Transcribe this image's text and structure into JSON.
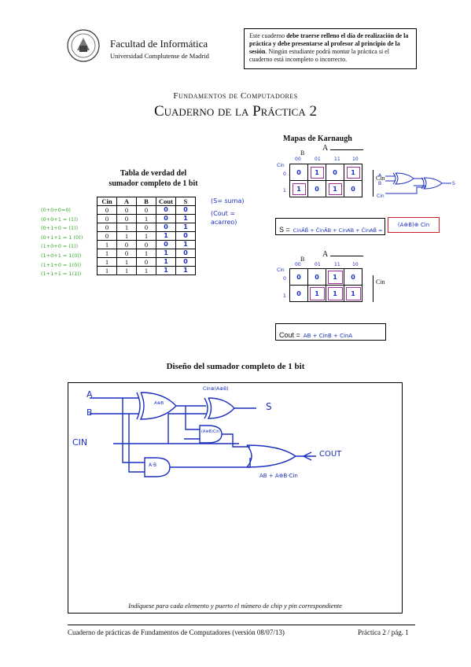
{
  "header": {
    "faculty": "Facultad de Informática",
    "university": "Universidad Complutense de Madrid",
    "notice_pre": "Este cuaderno ",
    "notice_bold1": "debe traerse relleno el día de realización de la práctica y debe presentarse al profesor al principio de la sesión",
    "notice_post": ". Ningún estudiante podrá montar la práctica si el cuaderno está incompleto o incorrecto."
  },
  "title": {
    "subtitle": "Fundamentos de Computadores",
    "main": "Cuaderno de la Práctica 2"
  },
  "truth_table": {
    "heading_line1": "Tabla de verdad del",
    "heading_line2": "sumador completo de 1 bit",
    "columns": [
      "Cin",
      "A",
      "B",
      "Cout",
      "S"
    ],
    "rows": [
      [
        "0",
        "0",
        "0",
        "0",
        "0"
      ],
      [
        "0",
        "0",
        "1",
        "0",
        "1"
      ],
      [
        "0",
        "1",
        "0",
        "0",
        "1"
      ],
      [
        "0",
        "1",
        "1",
        "1",
        "0"
      ],
      [
        "1",
        "0",
        "0",
        "0",
        "1"
      ],
      [
        "1",
        "0",
        "1",
        "1",
        "0"
      ],
      [
        "1",
        "1",
        "0",
        "1",
        "0"
      ],
      [
        "1",
        "1",
        "1",
        "1",
        "1"
      ]
    ],
    "annotation_sum": "(S= suma)",
    "annotation_cout": "(Cout = acarreo)",
    "left_notes": [
      "(0+0+0=0)",
      "(0+0+1 = (1))",
      "(0+1+0 = (1))",
      "(0+1+1 = 1 (0))",
      "(1+0+0 = (1))",
      "(1+0+1 = 1(0))",
      "(1+1+0 = 1(0))",
      "(1+1+1 = 1(1))"
    ]
  },
  "karnaugh": {
    "heading": "Mapas de Karnaugh",
    "var_a": "A",
    "var_b": "B",
    "var_cin": "Cin",
    "col_codes": [
      "00",
      "01",
      "11",
      "10"
    ],
    "row_codes": [
      "0",
      "1"
    ],
    "map_s": [
      [
        "0",
        "1",
        "0",
        "1"
      ],
      [
        "1",
        "0",
        "1",
        "0"
      ]
    ],
    "map_cout": [
      [
        "0",
        "0",
        "1",
        "0"
      ],
      [
        "0",
        "1",
        "1",
        "1"
      ]
    ],
    "s_label": "S =",
    "s_expr": "CinĀB̄ + C̄inĀB + CinAB + C̄inAB̄ =",
    "s_result": "(A⊕B)⊕ Cin",
    "cout_label": "Cout =",
    "cout_expr": "AB + CinB + CinA",
    "gate_side_label": "Cin",
    "xor_labels": [
      "A",
      "B",
      "Cin"
    ]
  },
  "design": {
    "heading": "Diseño del sumador completo de 1 bit",
    "in_a": "A",
    "in_b": "B",
    "in_cin": "CIN",
    "out_s": "S",
    "out_cout": "COUT",
    "xor1_label": "A⊕B",
    "xor2_label": "Cin⊕(A⊕B)",
    "and1_label": "A·B",
    "and2_label": "(A⊕B)Cin",
    "or_label": "AB + A⊕B·Cin",
    "footnote": "Indíquese para cada elemento y puerto el número de chip y pin correspondiente"
  },
  "footer": {
    "left": "Cuaderno de prácticas de Fundamentos de Computadores (versión 08/07/13)",
    "right": "Práctica 2 / pág. 1"
  }
}
